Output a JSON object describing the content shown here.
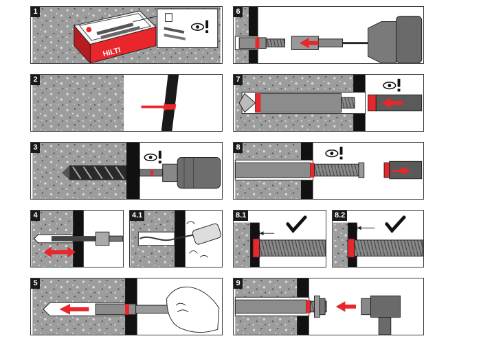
{
  "steps": {
    "s1": "1",
    "s2": "2",
    "s3": "3",
    "s4": "4",
    "s41": "4.1",
    "s5": "5",
    "s6": "6",
    "s7": "7",
    "s8": "8",
    "s81": "8.1",
    "s82": "8.2",
    "s9": "9"
  },
  "box_brand": "HILTI",
  "icons": [
    "eye-attention-icon",
    "checkmark-icon",
    "arrow-icon",
    "drill-icon",
    "anchor-icon"
  ],
  "colors": {
    "accent": "#e8262b",
    "ink": "#1a1a1a",
    "concrete": "#9a9a9a",
    "metal": "#8c8c8c"
  }
}
